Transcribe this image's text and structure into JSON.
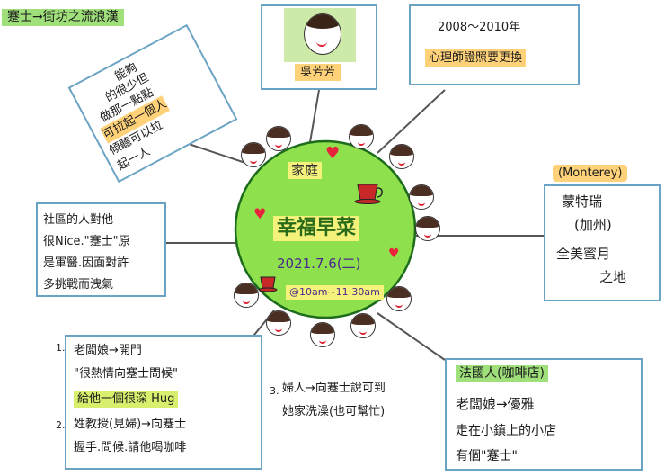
{
  "header": {
    "text": "蹇士→街坊之流浪漢"
  },
  "top_left_box": {
    "lines": [
      "能夠",
      "的很少但",
      "做那一點點",
      "可拉起一個人",
      "傾聽可以拉",
      "起一人"
    ]
  },
  "portrait": {
    "name": "吳芳芳"
  },
  "top_right_box": {
    "year": "2008～2010年",
    "text": "心理師證照要更換"
  },
  "center": {
    "title_small": "家庭",
    "title_big": "幸福早菜",
    "date": "2021.7.6(二)",
    "time": "@10am~11:30am"
  },
  "right_box": {
    "tag": "(Monterey)",
    "lines": [
      "蒙特瑞",
      "(加州)",
      "全美蜜月",
      "之地"
    ]
  },
  "left_box": {
    "lines": [
      "社區的人對他",
      "很Nice.\"蹇士\"原",
      "是軍醫.因面對許",
      "多挑戰而洩氣"
    ]
  },
  "bottom_left_box": {
    "num1": "1.",
    "num2": "2.",
    "lines": [
      "老闆娘→開門",
      "\"很熱情向蹇士問候\"",
      "給他一個很深 Hug",
      "姓教授(見婦)→向蹇士",
      "握手.問候.請他喝咖啡"
    ]
  },
  "bottom_middle": {
    "num": "3.",
    "lines": [
      "婦人→向蹇士說可到",
      "她家洗澡(也可幫忙)"
    ]
  },
  "bottom_right_box": {
    "lines": [
      "法國人(咖啡店)",
      "老闆娘→優雅",
      "走在小鎮上的小店",
      "有個\"蹇士\""
    ]
  },
  "colors": {
    "center_fill": "#8ee04d",
    "box_border": "#6ba3c4",
    "line": "#555555",
    "heart": "#e8243c",
    "cup": "#c62828"
  },
  "icons": [
    "heart-icon",
    "teacup-icon",
    "face-icon"
  ]
}
